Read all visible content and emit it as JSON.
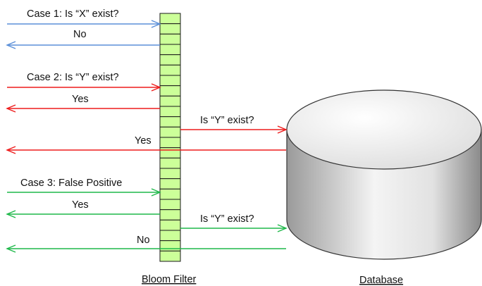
{
  "labels": {
    "case1_q": "Case 1: Is “X” exist?",
    "case1_a": "No",
    "case2_q": "Case 2: Is “Y” exist?",
    "case2_a": "Yes",
    "case2_db_q": "Is “Y” exist?",
    "case2_db_a": "Yes",
    "case3_q": "Case 3: False Positive",
    "case3_a": "Yes",
    "case3_db_q": "Is “Y” exist?",
    "case3_db_a": "No",
    "bloom_filter": "Bloom Filter",
    "database": "Database"
  },
  "colors": {
    "blue": "#5b8fd8",
    "red": "#ee1c1c",
    "green": "#1fb84a",
    "cell_fill": "#ccff99",
    "cell_stroke": "#1a1a1a",
    "db_stroke": "#333333"
  },
  "bloom_filter_cells": 24
}
